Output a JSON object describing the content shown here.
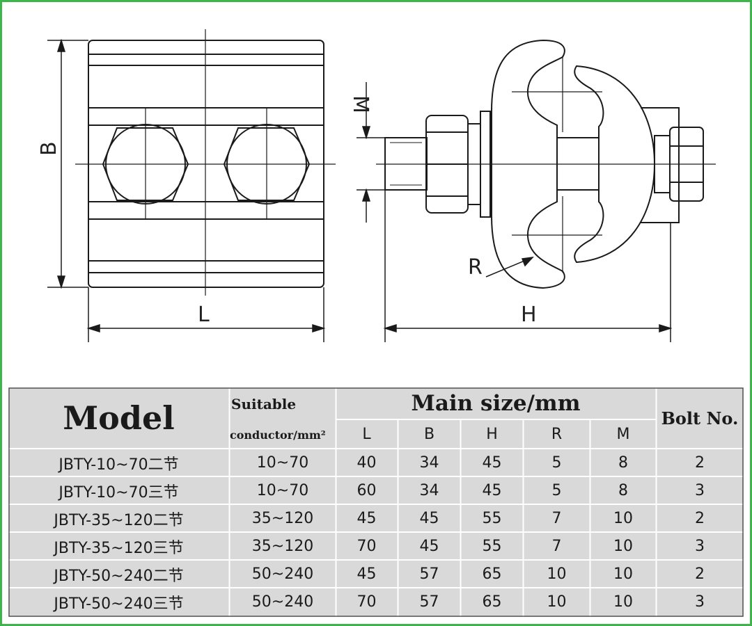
{
  "drawing": {
    "dimension_labels": {
      "B": "B",
      "L": "L",
      "M": "M",
      "R": "R",
      "H": "H"
    }
  },
  "table": {
    "header": {
      "model": "Model",
      "conductor_line1": "Suitable",
      "conductor_line2": "conductor/mm²",
      "main_size": "Main size/mm",
      "bolt_no": "Bolt No.",
      "sub_columns": [
        "L",
        "B",
        "H",
        "R",
        "M"
      ]
    },
    "rows": [
      {
        "model": "JBTY-10~70二节",
        "conductor": "10~70",
        "L": "40",
        "B": "34",
        "H": "45",
        "R": "5",
        "M": "8",
        "bolt": "2"
      },
      {
        "model": "JBTY-10~70三节",
        "conductor": "10~70",
        "L": "60",
        "B": "34",
        "H": "45",
        "R": "5",
        "M": "8",
        "bolt": "3"
      },
      {
        "model": "JBTY-35~120二节",
        "conductor": "35~120",
        "L": "45",
        "B": "45",
        "H": "55",
        "R": "7",
        "M": "10",
        "bolt": "2"
      },
      {
        "model": "JBTY-35~120三节",
        "conductor": "35~120",
        "L": "70",
        "B": "45",
        "H": "55",
        "R": "7",
        "M": "10",
        "bolt": "3"
      },
      {
        "model": "JBTY-50~240二节",
        "conductor": "50~240",
        "L": "45",
        "B": "57",
        "H": "65",
        "R": "10",
        "M": "10",
        "bolt": "2"
      },
      {
        "model": "JBTY-50~240三节",
        "conductor": "50~240",
        "L": "70",
        "B": "57",
        "H": "65",
        "R": "10",
        "M": "10",
        "bolt": "3"
      }
    ]
  },
  "colors": {
    "border": "#3db54a",
    "table_bg": "#d9d9d9",
    "grid": "#ffffff",
    "line": "#1a1a1a"
  }
}
